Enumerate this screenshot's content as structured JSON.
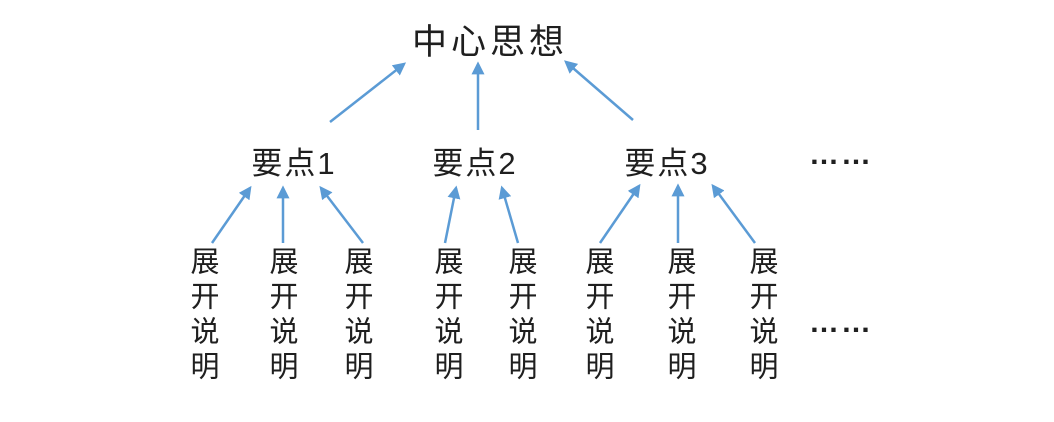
{
  "diagram": {
    "title": "中心思想",
    "groups": [
      {
        "point": "要点1",
        "explanations": [
          "展开说明",
          "展开说明",
          "展开说明"
        ]
      },
      {
        "point": "要点2",
        "explanations": [
          "展开说明",
          "展开说明"
        ]
      },
      {
        "point": "要点3",
        "explanations": [
          "展开说明",
          "展开说明",
          "展开说明"
        ]
      }
    ],
    "points_ellipsis": "……",
    "explanations_ellipsis": "……",
    "colors": {
      "arrow": "#5B9BD5",
      "text": "#1f1f1f",
      "background": "#ffffff"
    }
  }
}
